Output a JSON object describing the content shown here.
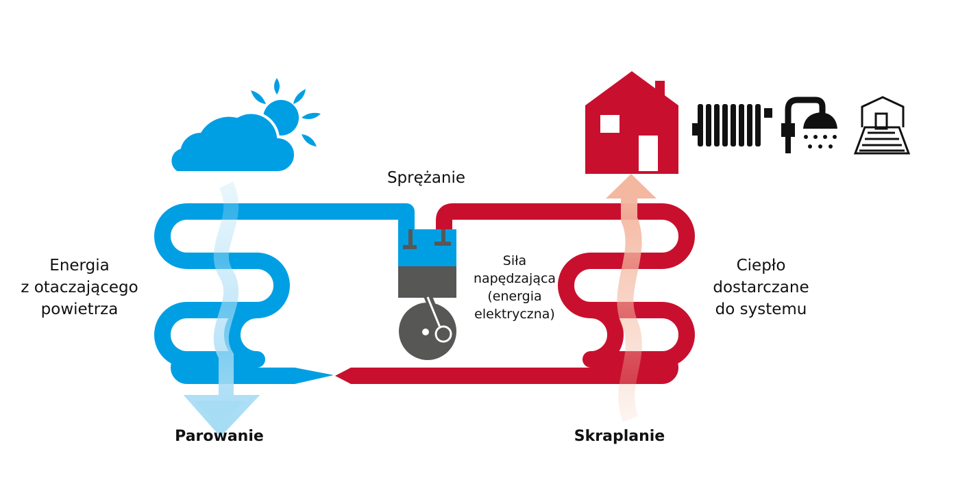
{
  "labels": {
    "compression": "Sprężanie",
    "ambient_energy": [
      "Energia",
      "z otaczającego",
      "powietrza"
    ],
    "driving_force": [
      "Siła",
      "napędzająca",
      "(energia",
      "elektryczna)"
    ],
    "heat_delivered": [
      "Ciepło",
      "dostarczane",
      "do systemu"
    ],
    "evaporation": "Parowanie",
    "condensation": "Skraplanie"
  },
  "colors": {
    "cold": "#009fe3",
    "cold_light": "#a7dcf5",
    "compressor_top": "#009fe3",
    "compressor_body": "#575756",
    "hot": "#c8102e",
    "hot_light": "#f4b7a0",
    "icon_dark": "#111111"
  },
  "icons": [
    "cloud-sun-icon",
    "house-icon",
    "radiator-icon",
    "shower-icon",
    "floor-heating-icon"
  ]
}
